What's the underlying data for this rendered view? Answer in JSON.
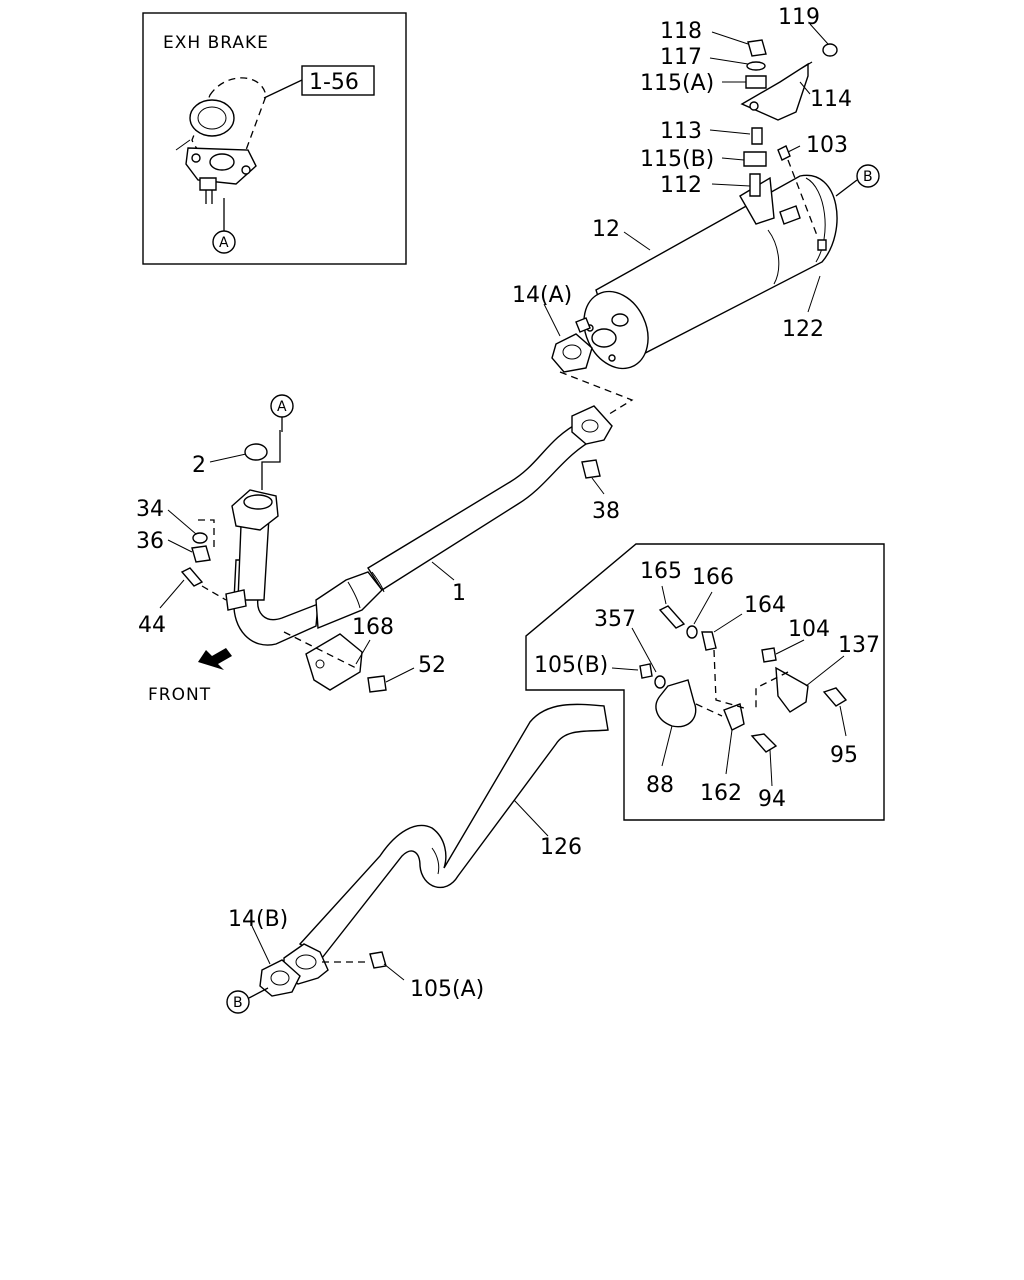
{
  "inset": {
    "title": "EXH  BRAKE",
    "ref_box": "1-56",
    "marker": "A"
  },
  "markers": {
    "a_top": "A",
    "b_muffler": "B",
    "b_pipe": "B"
  },
  "front_label": "FRONT",
  "labels": {
    "p118": "118",
    "p117": "117",
    "p115a": "115(A)",
    "p119": "119",
    "p114": "114",
    "p113": "113",
    "p115b": "115(B)",
    "p103": "103",
    "p112": "112",
    "p12": "12",
    "p14a": "14(A)",
    "p122": "122",
    "p2": "2",
    "p34": "34",
    "p36": "36",
    "p44": "44",
    "p38": "38",
    "p1": "1",
    "p168": "168",
    "p52": "52",
    "p165": "165",
    "p166": "166",
    "p164": "164",
    "p357": "357",
    "p104": "104",
    "p137": "137",
    "p105b": "105(B)",
    "p88": "88",
    "p162": "162",
    "p94": "94",
    "p95": "95",
    "p126": "126",
    "p14b": "14(B)",
    "p105a": "105(A)"
  }
}
